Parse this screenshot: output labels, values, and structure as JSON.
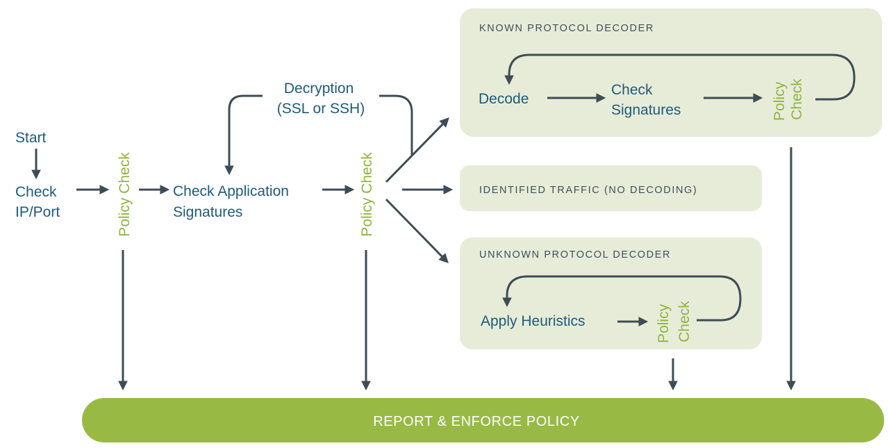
{
  "colors": {
    "node_text": "#1d5a7c",
    "policy_text": "#8fb43d",
    "panel_fill": "#e7ecd8",
    "panel_title": "#3f4f59",
    "bar_fill": "#98ba45",
    "bar_text": "#ffffff",
    "arrow": "#3e4c55"
  },
  "nodes": {
    "start": "Start",
    "check_ip_port": [
      "Check",
      "IP/Port"
    ],
    "policy_check_1": "Policy Check",
    "check_app_signatures": [
      "Check Application",
      "Signatures"
    ],
    "decryption": [
      "Decryption",
      "(SSL or SSH)"
    ],
    "policy_check_2": "Policy Check"
  },
  "panels": {
    "known_decoder": {
      "title": "KNOWN PROTOCOL DECODER",
      "decode": "Decode",
      "check_signatures": [
        "Check",
        "Signatures"
      ],
      "policy_check": [
        "Policy",
        "Check"
      ]
    },
    "identified_traffic": {
      "title": "IDENTIFIED TRAFFIC (NO DECODING)"
    },
    "unknown_decoder": {
      "title": "UNKNOWN PROTOCOL DECODER",
      "apply_heuristics": "Apply Heuristics",
      "policy_check": [
        "Policy",
        "Check"
      ]
    }
  },
  "report_bar": {
    "label": "REPORT & ENFORCE POLICY"
  }
}
